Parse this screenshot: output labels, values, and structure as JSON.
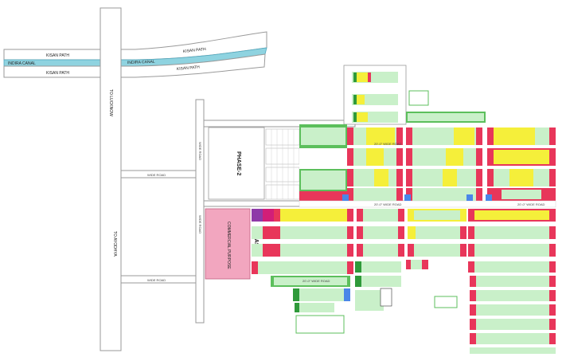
{
  "labels": {
    "kisan_path_top_left": "KISAN PATH",
    "kisan_path_top_right": "KISAN PATH",
    "indira_canal_left": "INDIRA CANAL",
    "indira_canal_right": "INDIRA CANAL",
    "kisan_path_bottom_left": "KISAN PATH",
    "kisan_path_bottom_right": "KISAN PATH",
    "to_lucknow": "TO LUCKNOW",
    "to_ayodhya": "TO AYODHYA",
    "phase_2": "PHASE-2",
    "phase_1": "PHASE-1",
    "commercial_purpose": "COMMERCIAL PURPOSE",
    "wide_road": "WIDE ROAD",
    "road_label": "20'-0\" WIDE ROAD"
  },
  "colors": {
    "background": "#ffffff",
    "road_fill": "#ffffff",
    "road_stroke": "#9a9a9a",
    "canal": "#8fd3e0",
    "canal_dark": "#4fa9c0",
    "commercial": "#f2a6bf",
    "plot_red": "#e8365a",
    "plot_yellow": "#f5ef3a",
    "plot_green_light": "#c9f0c9",
    "plot_green": "#5cbf5c",
    "plot_green_dark": "#2f9a3a",
    "plot_blue": "#4a86e8",
    "plot_purple": "#8e3aa8",
    "plot_magenta": "#d21e78",
    "phase_2_blocks": "#ffffff"
  }
}
